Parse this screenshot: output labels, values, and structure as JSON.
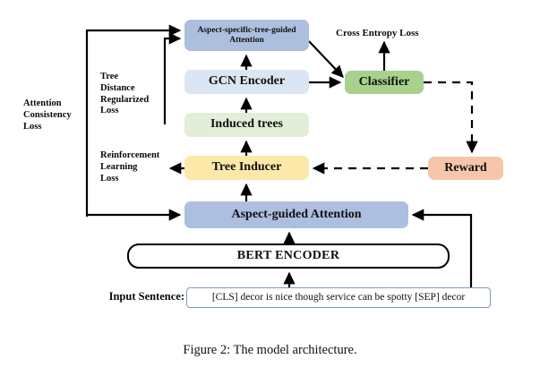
{
  "figure": {
    "caption": "Figure 2: The model architecture."
  },
  "nodes": {
    "aspect_specific_tree_attention": "Aspect-specific-tree-guided Attention",
    "gcn_encoder": "GCN Encoder",
    "induced_trees": "Induced trees",
    "tree_inducer": "Tree Inducer",
    "aspect_guided_attention": "Aspect-guided Attention",
    "classifier": "Classifier",
    "reward": "Reward",
    "bert_encoder": "BERT ENCODER",
    "input_sentence_value": "[CLS] decor is nice though service can be spotty [SEP] decor"
  },
  "labels": {
    "attention_consistency_loss": "Attention\nConsistency\nLoss",
    "tree_distance_regularized_loss": "Tree\nDistance\nRegularized\nLoss",
    "reinforcement_learning_loss": "Reinforcement\nLearning\nLoss",
    "cross_entropy_loss": "Cross Entropy Loss",
    "input_sentence_label": "Input Sentence:"
  },
  "colors": {
    "attention_blue": "#adbfdf",
    "gcn_light_blue": "#dbe6f3",
    "induced_green": "#e2eed8",
    "inducer_yellow": "#fce8a9",
    "classifier_green": "#a8d18d",
    "reward_peach": "#f5c6a9",
    "stroke": "#000000",
    "input_border": "#7b9ac4"
  }
}
